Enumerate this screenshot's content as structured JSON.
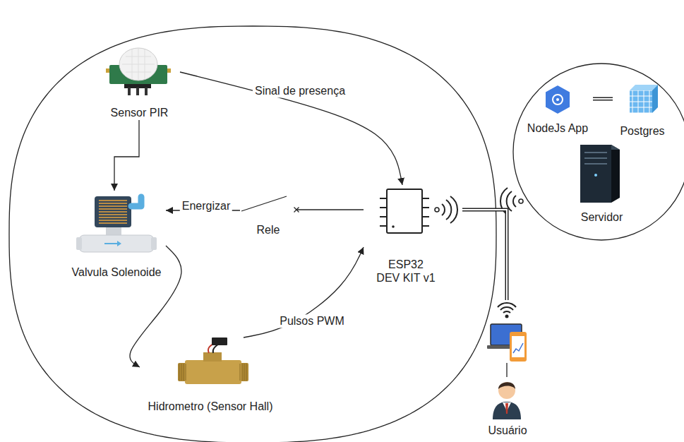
{
  "diagram": {
    "nodes": [
      {
        "text": [
          "Sensor PIR"
        ]
      },
      {
        "text": [
          "Valvula Solenoide"
        ]
      },
      {
        "text": [
          "Rele"
        ]
      },
      {
        "text": [
          "ESP32 DEV KIT v1"
        ]
      },
      {
        "text": [
          "Hidrometro (Sensor Hall)"
        ]
      },
      {
        "text": [
          "NodeJs App"
        ]
      },
      {
        "text": [
          "Postgres"
        ]
      },
      {
        "text": [
          "Servidor"
        ]
      },
      {
        "text": [
          "Usuário"
        ]
      }
    ],
    "edges": [
      {
        "from": 0,
        "to": 3,
        "label": "Sinal de presença",
        "arrow": "to"
      },
      {
        "from": 0,
        "to": 1,
        "arrow": "to"
      },
      {
        "from": 3,
        "to": 2,
        "arrow": "none"
      },
      {
        "from": 2,
        "to": 1,
        "label": "Energizar",
        "arrow": "to"
      },
      {
        "from": 1,
        "to": 4,
        "arrow": "to"
      },
      {
        "from": 4,
        "to": 3,
        "label": "Pulsos PWM",
        "arrow": "to"
      },
      {
        "from": 3,
        "to": 8,
        "arrow": "none"
      },
      {
        "from": 5,
        "to": 6,
        "arrow": "none"
      }
    ]
  }
}
